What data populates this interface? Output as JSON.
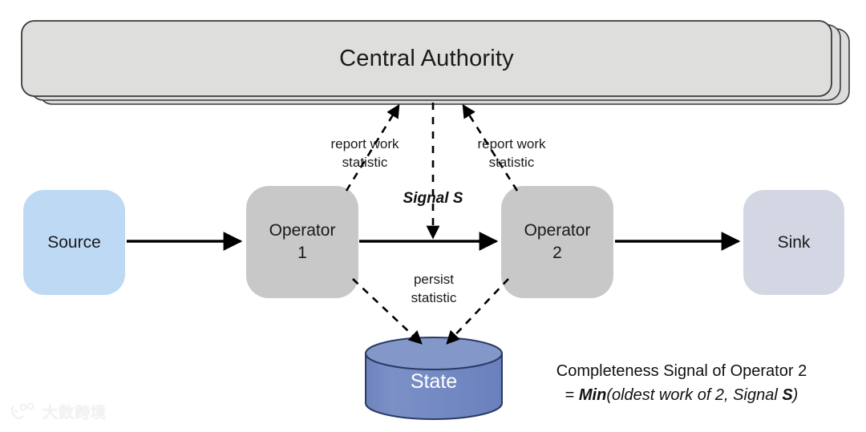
{
  "diagram": {
    "title": "Central Authority",
    "nodes": {
      "central_authority": {
        "label": "Central Authority",
        "color": "#dcdcdc",
        "stacked_copies": 3
      },
      "source": {
        "label": "Source",
        "color": "#bdd9f4"
      },
      "operator1": {
        "label": "Operator\n1",
        "line1": "Operator",
        "line2": "1",
        "color": "#c8c8c8"
      },
      "operator2": {
        "label": "Operator\n2",
        "line1": "Operator",
        "line2": "2",
        "color": "#c8c8c8"
      },
      "sink": {
        "label": "Sink",
        "color": "#d3d7e3"
      },
      "state": {
        "label": "State",
        "color": "#7389c0",
        "top_color": "#8397c9",
        "text_color": "#ffffff"
      }
    },
    "edges": {
      "report_left": {
        "label": "report work\nstatistic",
        "style": "dashed"
      },
      "report_right": {
        "label": "report work\nstatistic",
        "style": "dashed"
      },
      "signal": {
        "label": "Signal S",
        "style": "dashed"
      },
      "persist": {
        "label": "persist\nstatistic",
        "style": "dashed"
      },
      "source_to_op1": {
        "label": "",
        "style": "solid"
      },
      "op1_to_op2": {
        "label": "",
        "style": "solid"
      },
      "op2_to_sink": {
        "label": "",
        "style": "solid"
      }
    },
    "formula": {
      "line1": "Completeness Signal of Operator 2",
      "line2_eq": "= ",
      "line2_min": "Min",
      "line2_args_a": "(oldest work of 2, Signal ",
      "line2_s": "S",
      "line2_close": ")"
    },
    "watermark": {
      "text": "大数跨境"
    },
    "colors": {
      "stroke": "#2b2b2b",
      "arrow": "#000000",
      "background": "#ffffff"
    }
  }
}
